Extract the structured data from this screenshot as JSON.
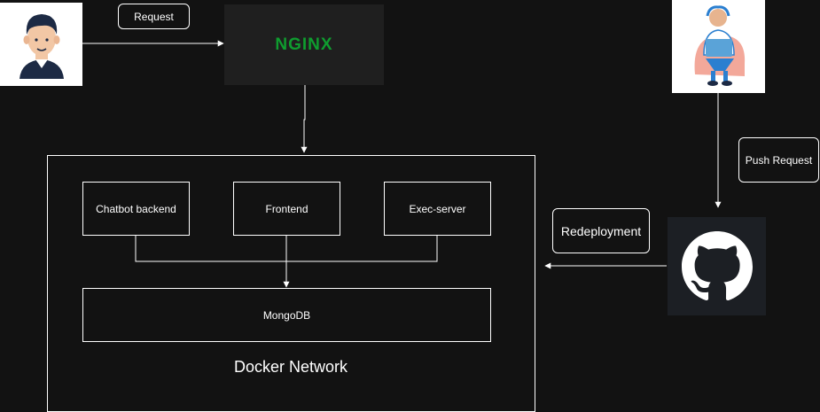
{
  "labels": {
    "request": "Request",
    "push_request": "Push Request",
    "redeployment": "Redeployment",
    "docker_network": "Docker Network",
    "mongodb": "MongoDB",
    "nginx": "NGINX"
  },
  "services": [
    {
      "label": "Chatbot backend"
    },
    {
      "label": "Frontend"
    },
    {
      "label": "Exec-server"
    }
  ],
  "colors": {
    "background": "#121212",
    "nginx_green": "#0f9d2f",
    "nginx_panel": "#1f1f1f",
    "github_panel": "#1c1f24",
    "developer_laptop": "#5aa3d8",
    "developer_chair": "#f3a89a"
  },
  "icons": [
    "user-avatar-icon",
    "developer-icon",
    "nginx-logo",
    "github-icon"
  ]
}
